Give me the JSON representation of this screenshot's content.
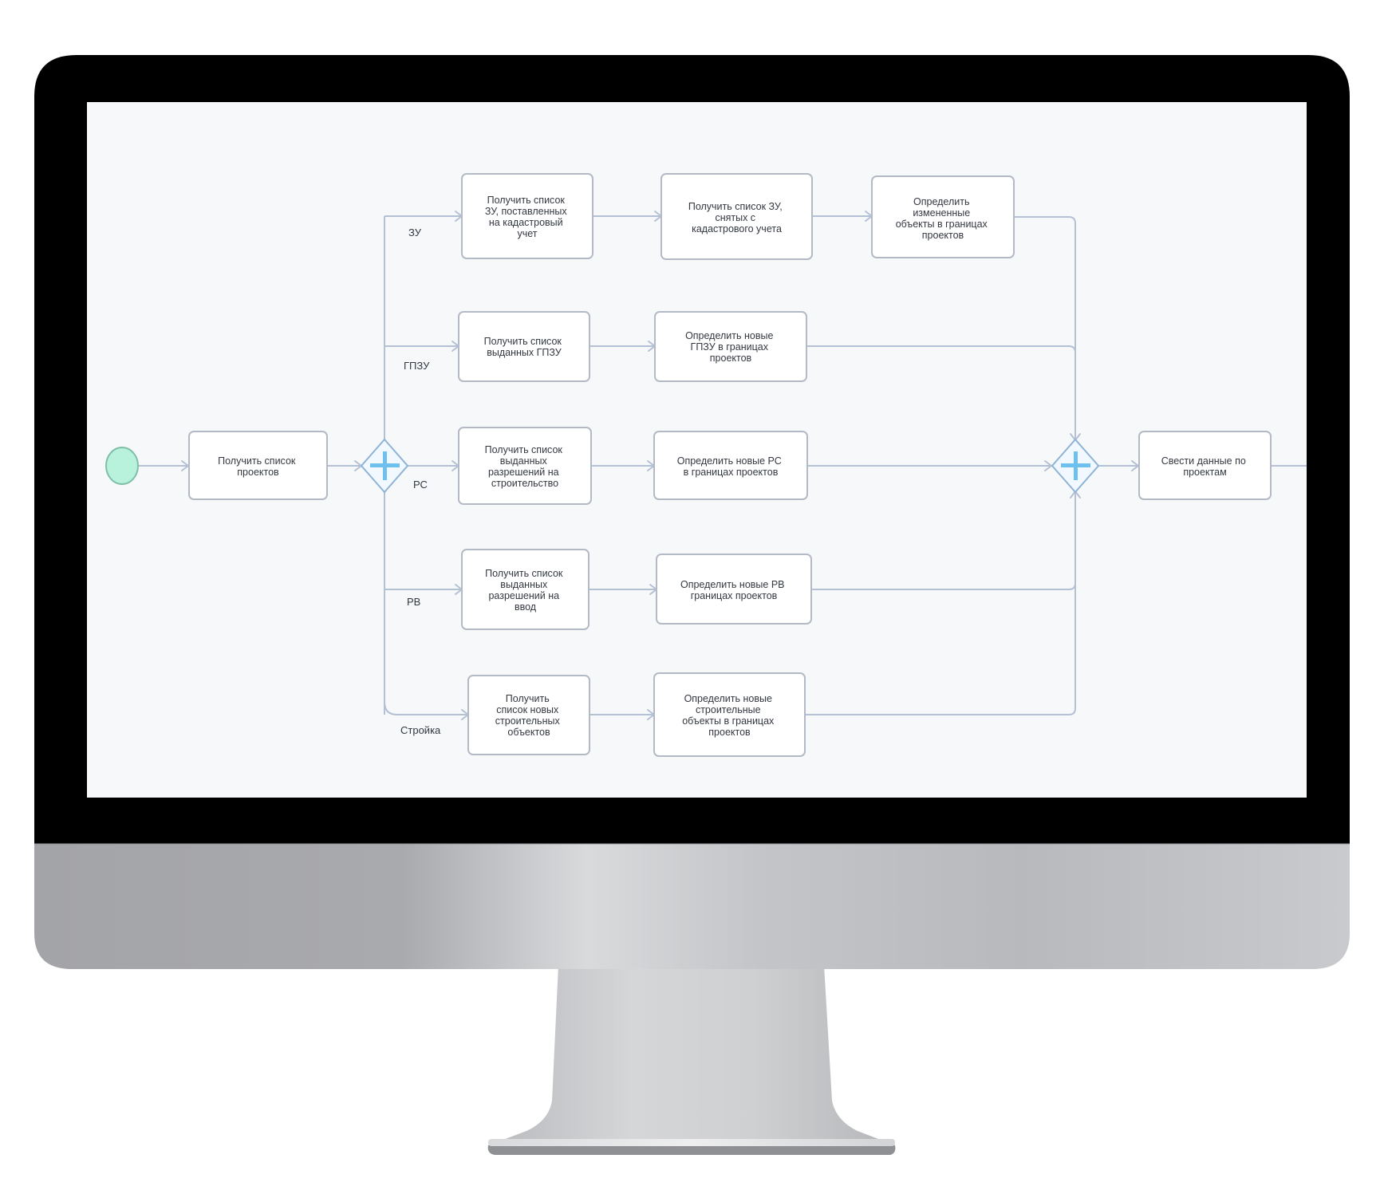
{
  "diagram": {
    "tasks": {
      "get_projects": [
        "Получить список",
        "проектов"
      ],
      "zu_registered": [
        "Получить список",
        "ЗУ, поставленных",
        "на кадастровый",
        "учет"
      ],
      "zu_removed": [
        "Получить список ЗУ,",
        "снятых с",
        "кадастрового учета"
      ],
      "zu_changed": [
        "Определить",
        "измененные",
        "объекты в границах",
        "проектов"
      ],
      "gpzu_list": [
        "Получить список",
        "выданных ГПЗУ"
      ],
      "gpzu_new": [
        "Определить новые",
        "ГПЗУ в границах",
        "проектов"
      ],
      "rs_list": [
        "Получить список",
        "выданных",
        "разрешений на",
        "строительство"
      ],
      "rs_new": [
        "Определить новые РС",
        "в границах проектов"
      ],
      "rv_list": [
        "Получить список",
        "выданных",
        "разрешений на",
        "ввод"
      ],
      "rv_new": [
        "Определить новые РВ",
        "границах проектов"
      ],
      "build_list": [
        "Получить",
        "список новых",
        "строительных",
        "объектов"
      ],
      "build_new": [
        "Определить новые",
        "строительные",
        "объекты в границах",
        "проектов"
      ],
      "summary": [
        "Свести данные по",
        "проектам"
      ]
    },
    "branches": {
      "zu": "ЗУ",
      "gpzu": "ГПЗУ",
      "rs": "РС",
      "rv": "РВ",
      "build": "Стройка"
    },
    "colors": {
      "start_event_fill": "#b9f2dc",
      "start_event_stroke": "#7fbfa8",
      "gateway_stroke": "#8fb3d6",
      "gateway_plus": "#6ec1ee",
      "flow_line": "#b4c0d4",
      "task_border": "#b3bac6",
      "canvas_bg": "#f6f8fa",
      "bezel": "#000000"
    },
    "icons": {
      "fork_gateway": "parallel-gateway-icon",
      "join_gateway": "parallel-gateway-icon",
      "start_event": "start-event-icon"
    }
  }
}
